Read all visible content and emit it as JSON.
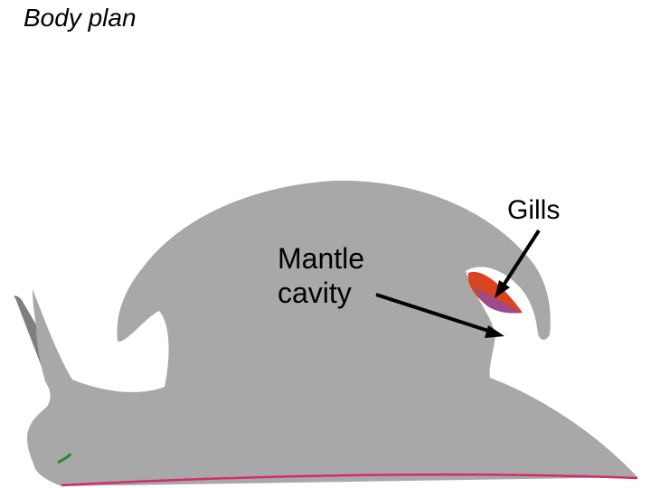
{
  "title": "Body plan",
  "labels": {
    "gills": "Gills",
    "mantle_line1": "Mantle",
    "mantle_line2": "cavity"
  },
  "colors": {
    "body": "#a9a8a8",
    "tentacle_dark": "#7f7e7e",
    "sole": "#d42a6f",
    "gill_outer": "#d9451f",
    "gill_inner": "#9c4a8a",
    "mouth": "#1d8a3a",
    "arrow": "#000000"
  }
}
